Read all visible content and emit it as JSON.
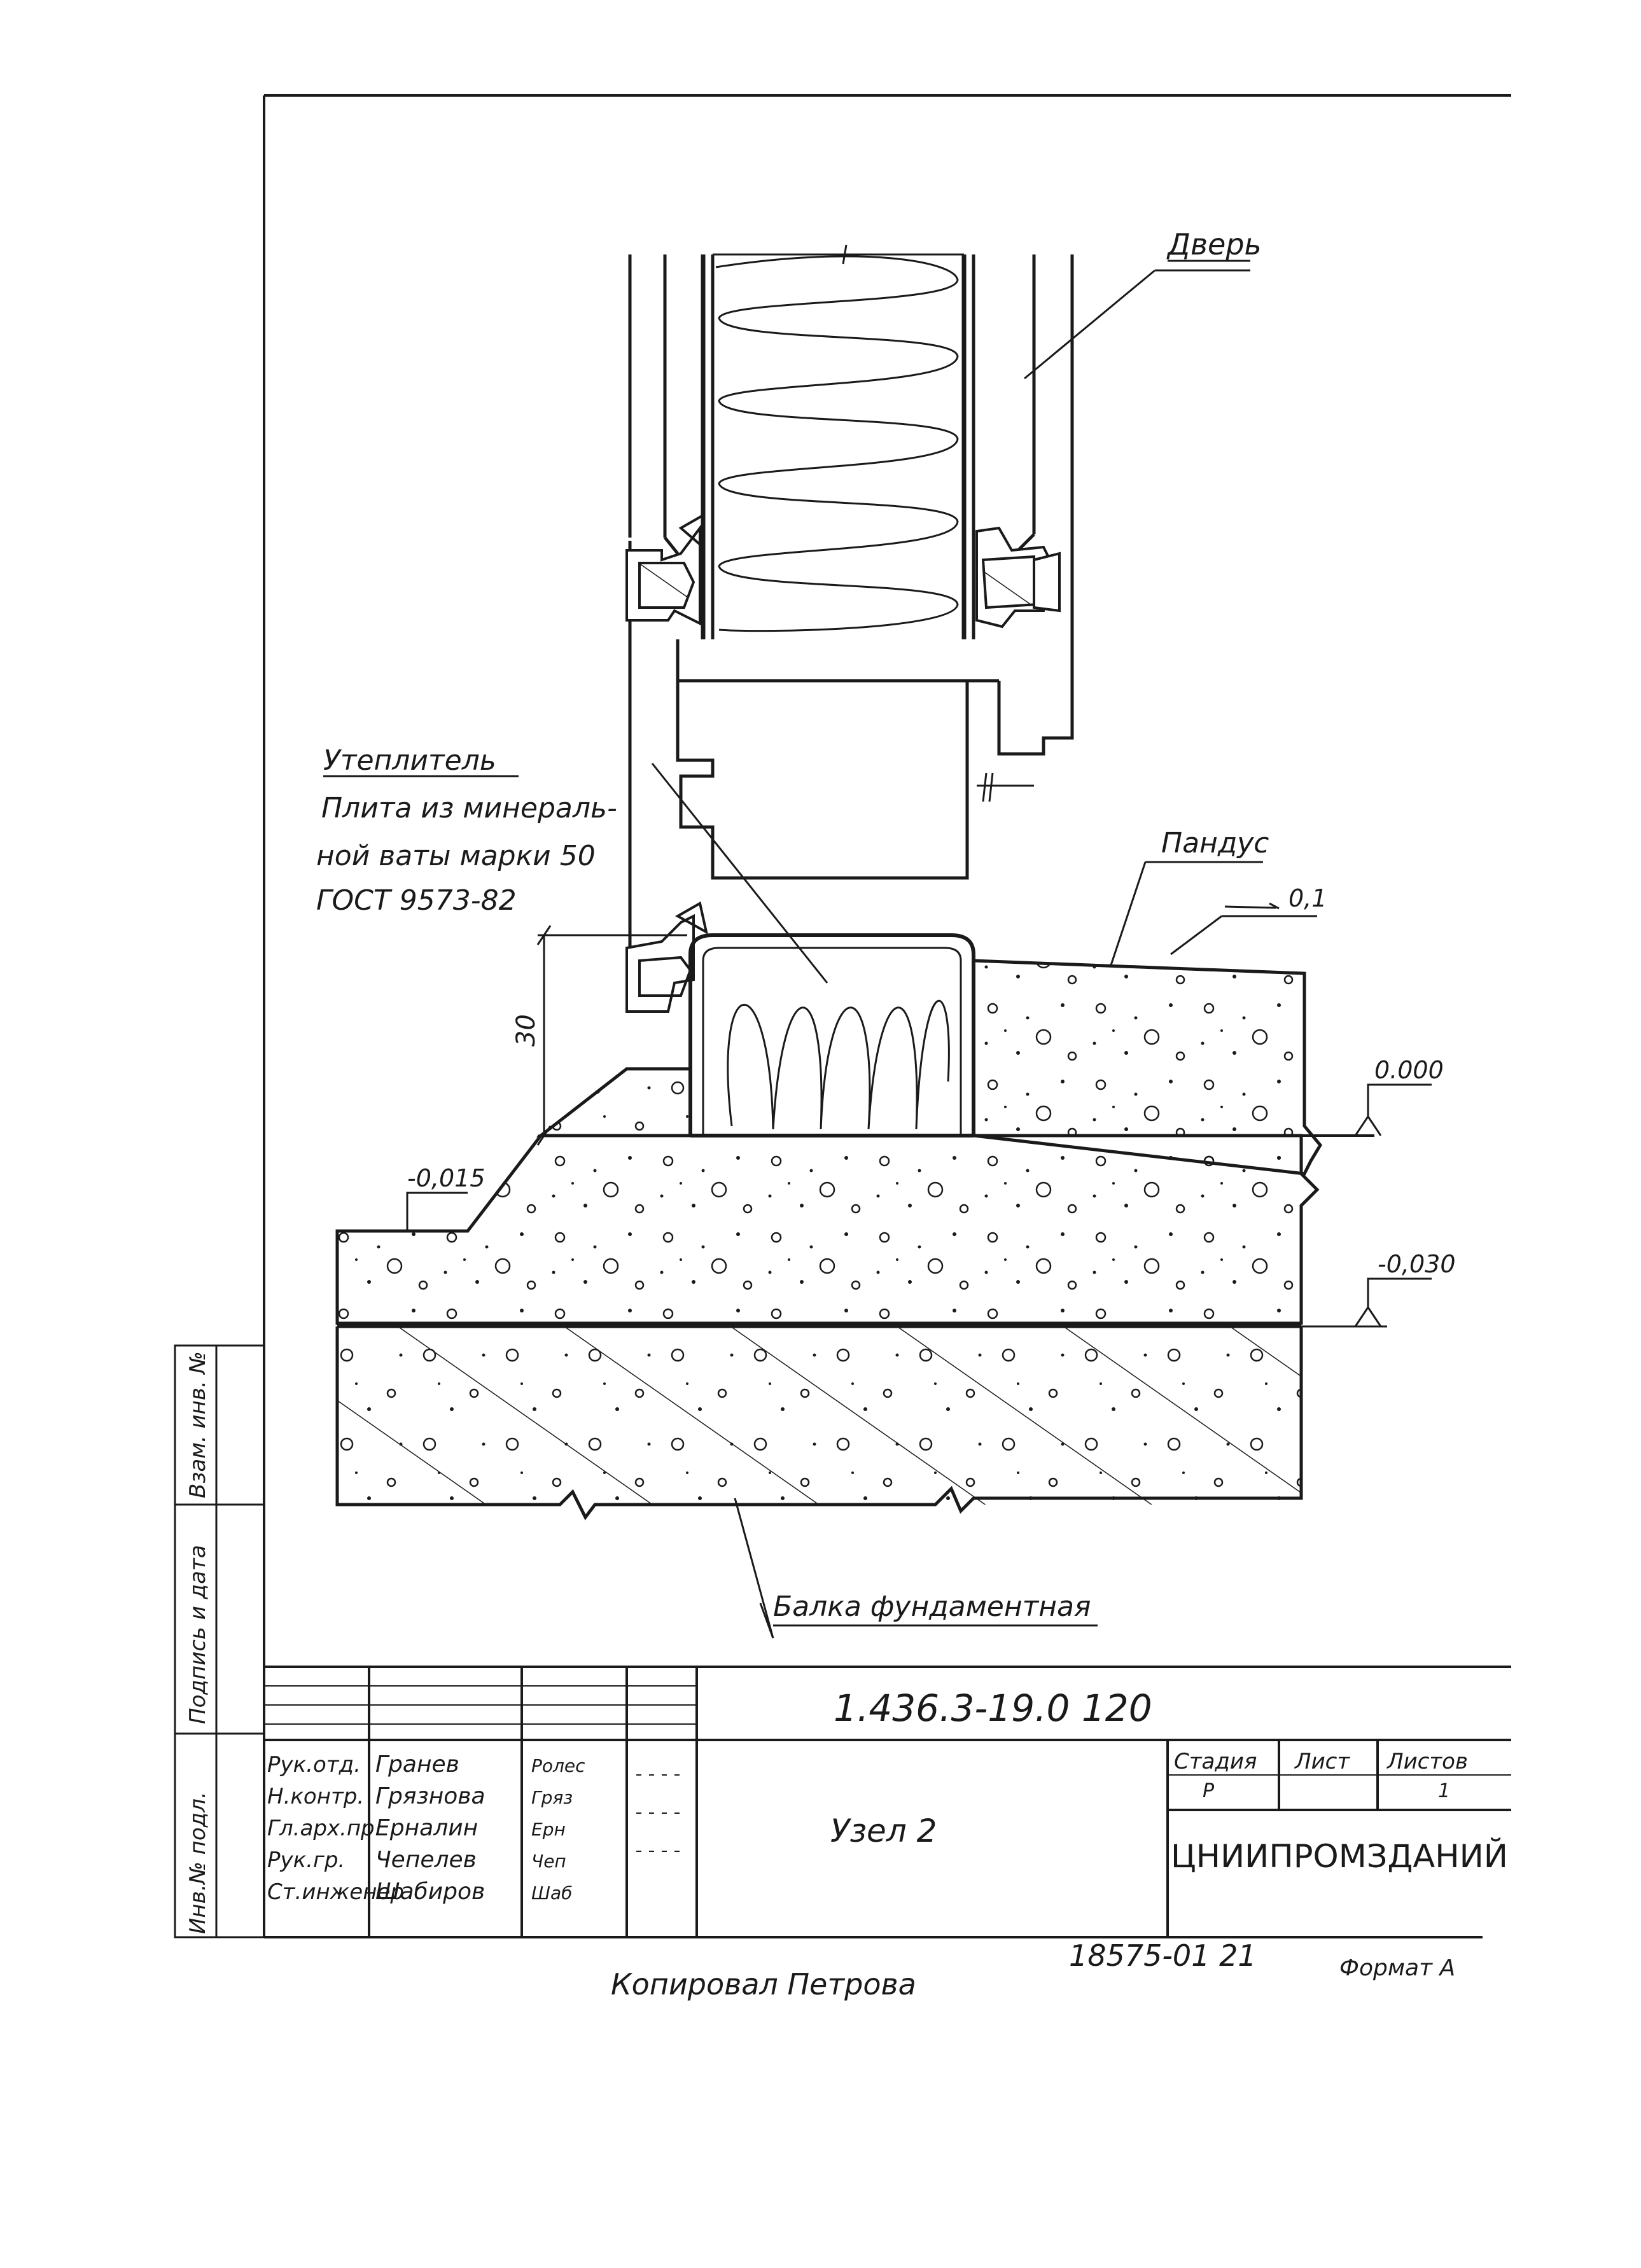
{
  "labels": {
    "door": "Дверь",
    "insulation_title": "Утеплитель",
    "insulation_l1": "Плита из минераль-",
    "insulation_l2": "ной ваты марки 50",
    "insulation_l3": "ГОСТ 9573-82",
    "ramp": "Пандус",
    "slope": "0,1",
    "dim_30": "30",
    "level_000": "0.000",
    "level_015": "-0,015",
    "level_030": "-0,030",
    "beam": "Балка фундаментная"
  },
  "side_stamp": {
    "inv_no": "Инв.№ подл.",
    "sign_date": "Подпись и дата",
    "replace_inv": "Взам. инв. №"
  },
  "title_block": {
    "doc_code": "1.436.3-19.0 120",
    "name": "Узел 2",
    "stage_h": "Стадия",
    "sheet_h": "Лист",
    "sheets_h": "Листов",
    "stage_v": "Р",
    "sheets_v": "1",
    "org": "ЦНИИПРОМЗДАНИЙ",
    "roles": [
      "Рук.отд.",
      "Н.контр.",
      "Гл.арх.пр.",
      "Рук.гр.",
      "Ст.инженер"
    ],
    "names": [
      "Гранев",
      "Грязнова",
      "Ерналин",
      "Чепелев",
      "Шабиров"
    ],
    "signatures": [
      "Ролес",
      "Гряз",
      "Ерн",
      "Чеп",
      "Шаб"
    ]
  },
  "footer": {
    "copied": "Копировал Петрова",
    "order": "18575-01 21",
    "format": "Формат А"
  }
}
